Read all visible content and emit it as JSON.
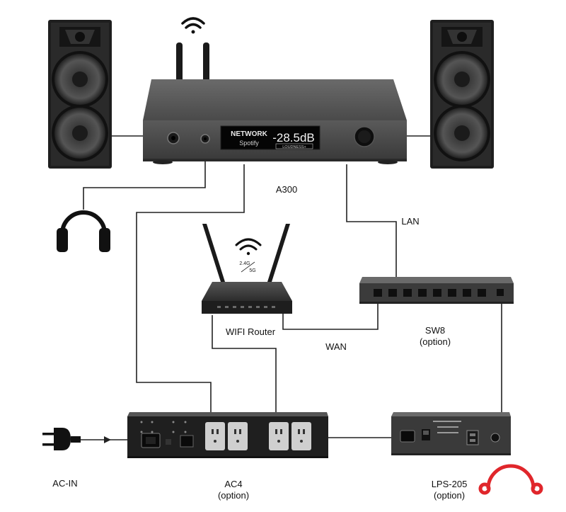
{
  "labels": {
    "amp": "A300",
    "lan": "LAN",
    "wan": "WAN",
    "router": "WIFI Router",
    "switch_name": "SW8",
    "switch_opt": "(option)",
    "acin": "AC-IN",
    "ac4_name": "AC4",
    "ac4_opt": "(option)",
    "lps_name": "LPS-205",
    "lps_opt": "(option)"
  },
  "amp_display": {
    "source": "NETWORK",
    "service": "Spotify",
    "volume": "-28.5dB",
    "mode": "LOUDNESS+"
  },
  "router_band": {
    "top": "2.4G",
    "bottom": "5G"
  },
  "icons": [
    "wifi-icon",
    "headphones-icon",
    "power-plug-icon",
    "brand-logo-icon"
  ],
  "colors": {
    "device_dark": "#2b2b2b",
    "device_mid": "#4a4a4a",
    "speaker_cone": "#3a3a3a",
    "cable": "#222222",
    "logo_red": "#e0262b"
  }
}
